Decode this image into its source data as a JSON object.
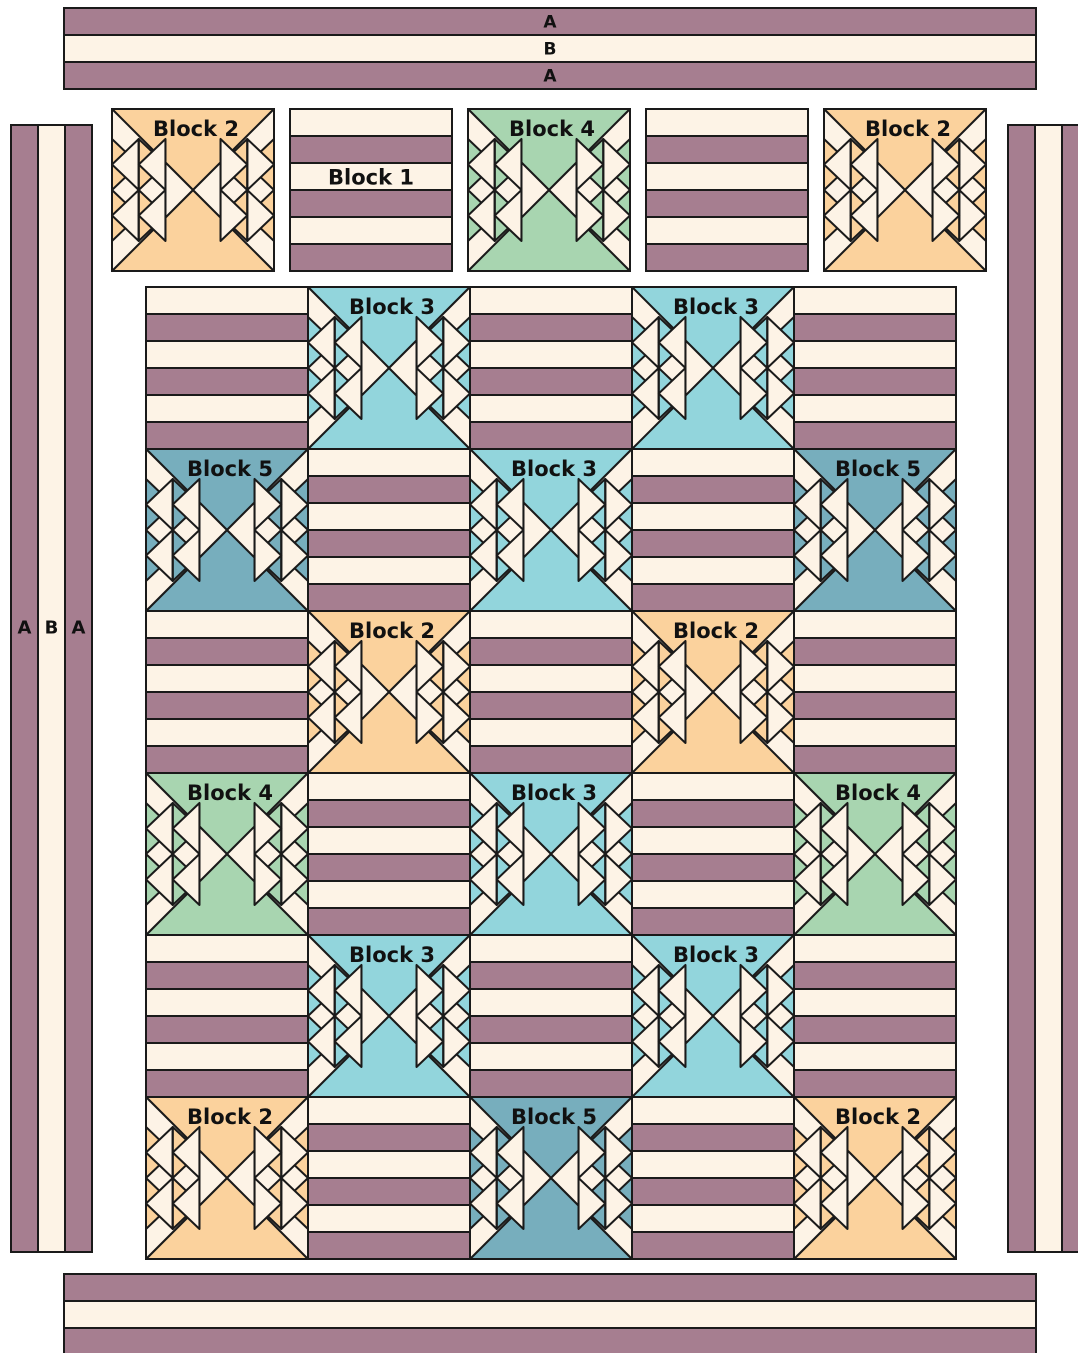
{
  "colors": {
    "mauve": "#a67e90",
    "cream": "#fdf3e6",
    "peach": "#fbd29d",
    "green": "#a8d5b0",
    "aqua": "#92d5dc",
    "teal": "#77aebd",
    "outline": "#1a1a1a"
  },
  "block_colors": {
    "2": "peach",
    "3": "aqua",
    "4": "green",
    "5": "teal"
  },
  "labels": {
    "block1": "Block 1",
    "block2": "Block 2",
    "block3": "Block 3",
    "block4": "Block 4",
    "block5": "Block 5",
    "strip_a": "A",
    "strip_b": "B"
  },
  "top_row": [
    2,
    1,
    4,
    1,
    2
  ],
  "top_row_labeled_stripe": 2,
  "main_grid": [
    [
      1,
      3,
      1,
      3,
      1
    ],
    [
      5,
      1,
      3,
      1,
      5
    ],
    [
      1,
      2,
      1,
      2,
      1
    ],
    [
      4,
      1,
      3,
      1,
      4
    ],
    [
      1,
      3,
      1,
      3,
      1
    ],
    [
      2,
      1,
      5,
      1,
      2
    ]
  ],
  "top_border": [
    "A",
    "B",
    "A"
  ],
  "left_border": [
    "A",
    "B",
    "A"
  ]
}
